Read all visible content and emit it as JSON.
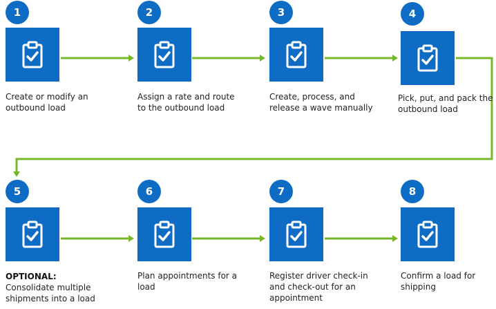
{
  "colors": {
    "badge": "#0f6cc4",
    "tile": "#0f6cc4",
    "connector": "#76b82a",
    "text": "#222222"
  },
  "icon": "clipboard-check-icon",
  "steps": [
    {
      "number": "1",
      "label": "Create or modify an outbound load"
    },
    {
      "number": "2",
      "label": "Assign a rate and route to the outbound load"
    },
    {
      "number": "3",
      "label": "Create, process, and release a wave manually"
    },
    {
      "number": "4",
      "label": "Pick, put, and pack the outbound load"
    },
    {
      "number": "5",
      "prefix": "OPTIONAL:",
      "label": "Consolidate multiple shipments into a load"
    },
    {
      "number": "6",
      "label": "Plan appointments for a load"
    },
    {
      "number": "7",
      "label": "Register driver check-in and check-out for an appointment"
    },
    {
      "number": "8",
      "label": "Confirm a load for shipping"
    }
  ]
}
